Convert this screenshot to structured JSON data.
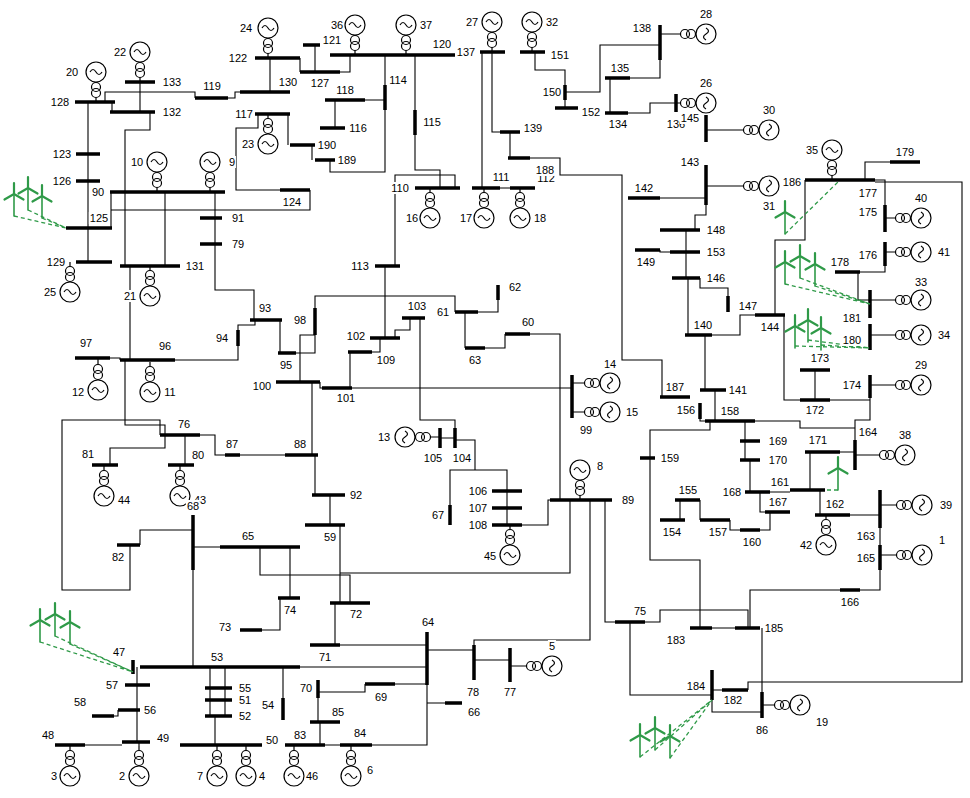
{
  "diagram": {
    "labels": [
      "20",
      "22",
      "128",
      "133",
      "132",
      "123",
      "126",
      "125",
      "90",
      "10",
      "9",
      "129",
      "25",
      "131",
      "21",
      "91",
      "79",
      "24",
      "36",
      "37",
      "122",
      "121",
      "127",
      "120",
      "119",
      "130",
      "114",
      "118",
      "117",
      "116",
      "190",
      "189",
      "23",
      "115",
      "124",
      "110",
      "16",
      "111",
      "17",
      "112",
      "18",
      "27",
      "32",
      "137",
      "151",
      "150",
      "152",
      "139",
      "188",
      "138",
      "28",
      "135",
      "134",
      "136",
      "26",
      "145",
      "30",
      "143",
      "31",
      "142",
      "148",
      "149",
      "153",
      "146",
      "147",
      "140",
      "144",
      "141",
      "187",
      "35",
      "186",
      "177",
      "179",
      "175",
      "40",
      "176",
      "41",
      "178",
      "33",
      "181",
      "34",
      "180",
      "173",
      "174",
      "29",
      "172",
      "156",
      "158",
      "169",
      "170",
      "171",
      "164",
      "38",
      "159",
      "168",
      "161",
      "155",
      "162",
      "163",
      "39",
      "167",
      "157",
      "154",
      "160",
      "42",
      "165",
      "1",
      "166",
      "75",
      "183",
      "185",
      "182",
      "184",
      "19",
      "86",
      "113",
      "93",
      "103",
      "62",
      "61",
      "60",
      "98",
      "63",
      "94",
      "97",
      "96",
      "12",
      "11",
      "95",
      "102",
      "109",
      "100",
      "101",
      "14",
      "99",
      "15",
      "13",
      "105",
      "104",
      "76",
      "87",
      "88",
      "81",
      "80",
      "44",
      "43",
      "106",
      "107",
      "108",
      "67",
      "8",
      "89",
      "45",
      "92",
      "68",
      "59",
      "65",
      "82",
      "74",
      "72",
      "64",
      "73",
      "71",
      "47",
      "53",
      "5",
      "57",
      "55",
      "78",
      "77",
      "70",
      "69",
      "51",
      "54",
      "58",
      "56",
      "66",
      "85",
      "52",
      "83",
      "84",
      "49",
      "48",
      "50",
      "3",
      "2",
      "7",
      "4",
      "46",
      "6"
    ]
  }
}
